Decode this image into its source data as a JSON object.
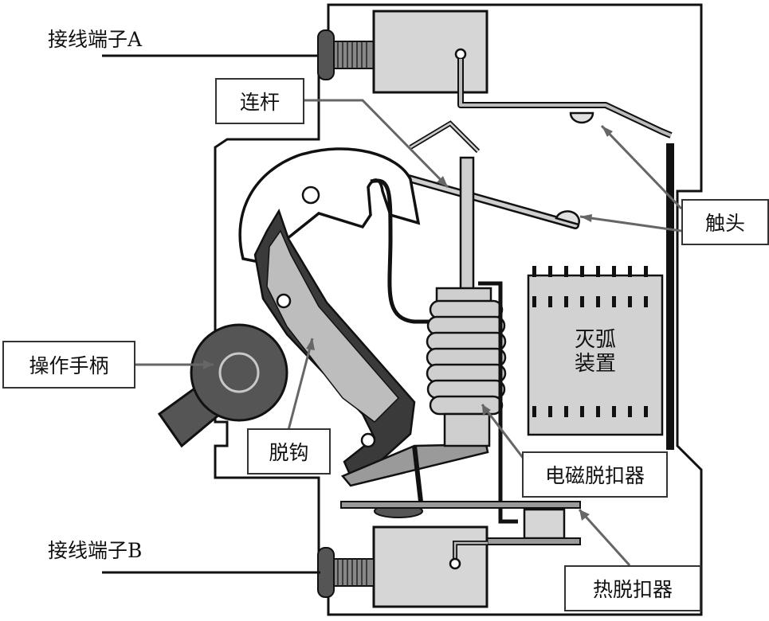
{
  "labels": {
    "terminal_a": "接线端子A",
    "terminal_b": "接线端子B",
    "link_rod": "连杆",
    "contact": "触头",
    "handle": "操作手柄",
    "latch": "脱钩",
    "arc_chute_line1": "灭弧",
    "arc_chute_line2": "装置",
    "magnetic_release": "电磁脱扣器",
    "thermal_release": "热脱扣器"
  },
  "colors": {
    "outline": "#111111",
    "housing_fill": "#ffffff",
    "terminal_block": "#d6d6d6",
    "handle": "#555555",
    "latch_dark": "#3a3a3a",
    "latch_light": "#bdbdbd",
    "coil": "#cfcfcf",
    "arc_chute": "#d2d2d2",
    "leader_line": "#666666"
  }
}
